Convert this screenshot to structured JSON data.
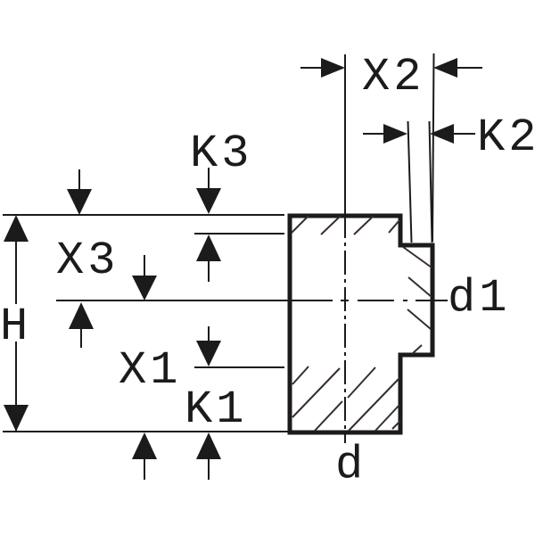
{
  "colors": {
    "ink": "#1b1b1b",
    "hatch": "#372b36",
    "background": "#ffffff"
  },
  "labels": {
    "h": "H",
    "x1": "X1",
    "x3": "X3",
    "k1": "K1",
    "k3": "K3",
    "x2": "X2",
    "k2": "K2",
    "d": "d",
    "d1": "d1"
  }
}
